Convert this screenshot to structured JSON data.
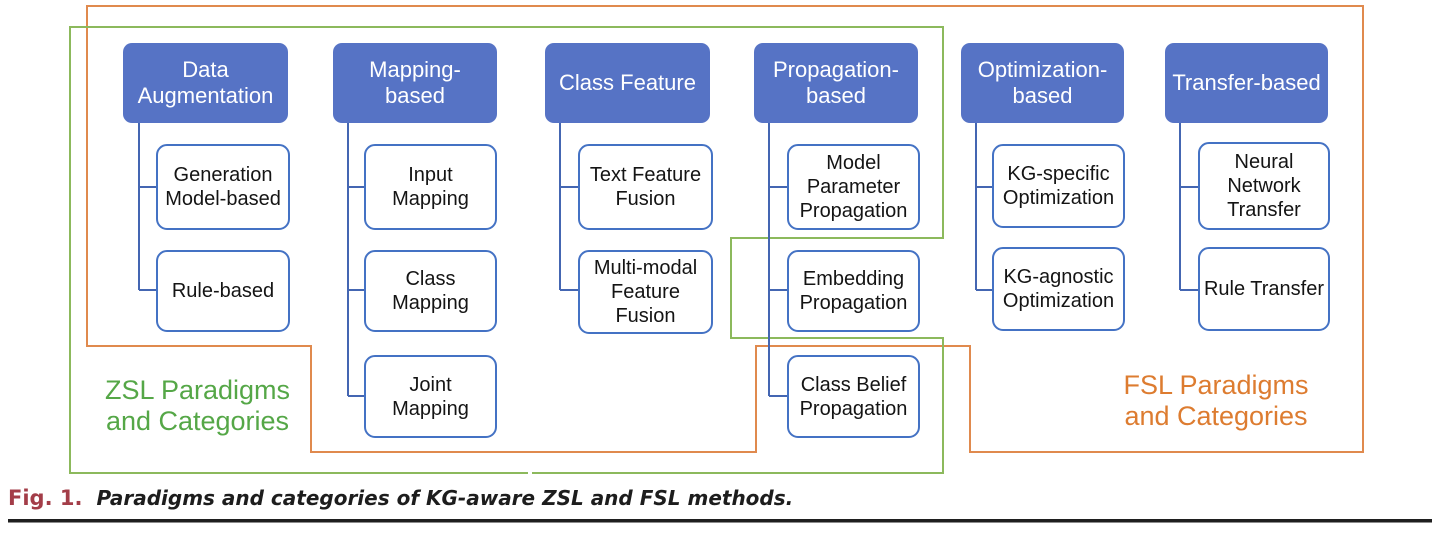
{
  "figure": {
    "columns": [
      {
        "header": "Data\nAugmentation",
        "children": [
          "Generation\nModel-based",
          "Rule-based"
        ]
      },
      {
        "header": "Mapping-\nbased",
        "children": [
          "Input\nMapping",
          "Class\nMapping",
          "Joint\nMapping"
        ]
      },
      {
        "header": "Class Feature",
        "children": [
          "Text Feature\nFusion",
          "Multi-modal\nFeature\nFusion"
        ]
      },
      {
        "header": "Propagation-\nbased",
        "children": [
          "Model\nParameter\nPropagation",
          "Embedding\nPropagation",
          "Class Belief\nPropagation"
        ]
      },
      {
        "header": "Optimization-\nbased",
        "children": [
          "KG-specific\nOptimization",
          "KG-agnostic\nOptimization"
        ]
      },
      {
        "header": "Transfer-based",
        "children": [
          "Neural\nNetwork\nTransfer",
          "Rule Transfer"
        ]
      }
    ],
    "region_labels": {
      "zsl": "ZSL Paradigms\nand Categories",
      "fsl": "FSL Paradigms\nand Categories"
    },
    "colors": {
      "header_fill": "#5673c5",
      "child_border": "#4472c4",
      "connector": "#4466b2",
      "zsl_outline": "#8cb95c",
      "zsl_text": "#55a747",
      "fsl_outline": "#e08a4e",
      "fsl_text": "#dd7c30",
      "caption_tag": "#a33d48"
    }
  },
  "caption": {
    "tag": "Fig. 1.",
    "text": "Paradigms and categories of KG-aware ZSL and FSL methods."
  }
}
